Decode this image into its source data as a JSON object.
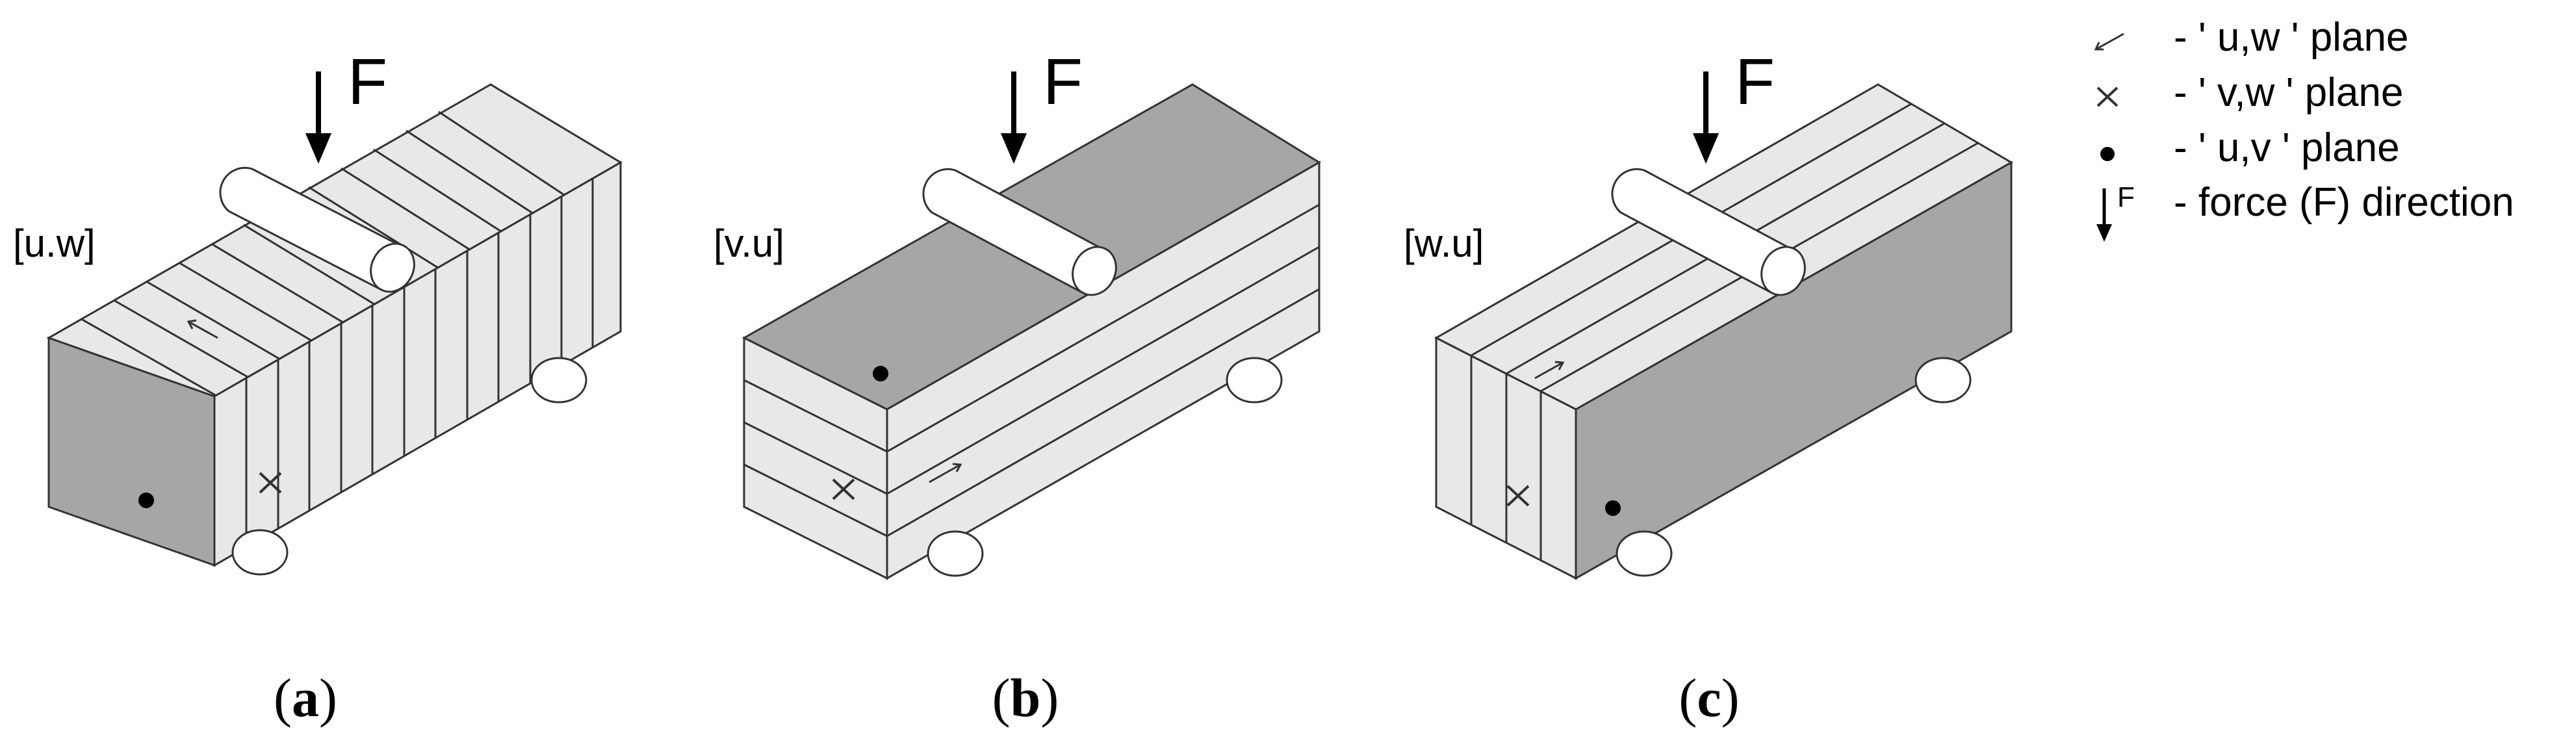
{
  "force_symbol": "F",
  "panels": [
    {
      "id": "a",
      "tag": "[u.w]",
      "caption_open": "(",
      "caption_letter": "a",
      "caption_close": ")"
    },
    {
      "id": "b",
      "tag": "[v.u]",
      "caption_open": "(",
      "caption_letter": "b",
      "caption_close": ")"
    },
    {
      "id": "c",
      "tag": "[w.u]",
      "caption_open": "(",
      "caption_letter": "c",
      "caption_close": ")"
    }
  ],
  "legend": [
    {
      "icon": "arrow-icon",
      "text": "- ' u,w ' plane"
    },
    {
      "icon": "cross-icon",
      "text": "- ' v,w ' plane"
    },
    {
      "icon": "dot-icon",
      "text": "- ' u,v ' plane"
    },
    {
      "icon": "force-arrow-icon",
      "icon_label": "F",
      "text": "- force (F) direction"
    }
  ],
  "colors": {
    "face_light": "#e8e8e8",
    "face_dark": "#a6a6a6",
    "stroke": "#333333",
    "ink": "#000000",
    "background": "#ffffff"
  }
}
